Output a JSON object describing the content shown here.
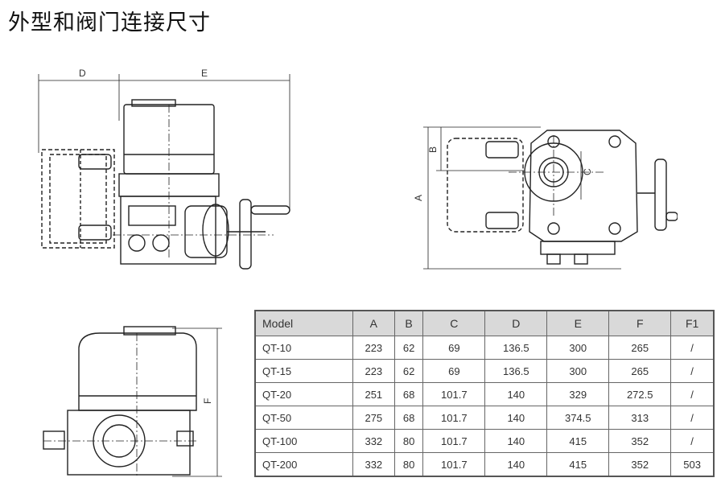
{
  "title": "外型和阀门连接尺寸",
  "drawing_labels": {
    "front": {
      "d": "D",
      "e": "E"
    },
    "side": {
      "a": "A",
      "b": "B",
      "c": "C"
    },
    "bottom": {
      "f": "F"
    }
  },
  "table": {
    "headers": [
      "Model",
      "A",
      "B",
      "C",
      "D",
      "E",
      "F",
      "F1"
    ],
    "rows": [
      [
        "QT-10",
        "223",
        "62",
        "69",
        "136.5",
        "300",
        "265",
        "/"
      ],
      [
        "QT-15",
        "223",
        "62",
        "69",
        "136.5",
        "300",
        "265",
        "/"
      ],
      [
        "QT-20",
        "251",
        "68",
        "101.7",
        "140",
        "329",
        "272.5",
        "/"
      ],
      [
        "QT-50",
        "275",
        "68",
        "101.7",
        "140",
        "374.5",
        "313",
        "/"
      ],
      [
        "QT-100",
        "332",
        "80",
        "101.7",
        "140",
        "415",
        "352",
        "/"
      ],
      [
        "QT-200",
        "332",
        "80",
        "101.7",
        "140",
        "415",
        "352",
        "503"
      ]
    ]
  }
}
